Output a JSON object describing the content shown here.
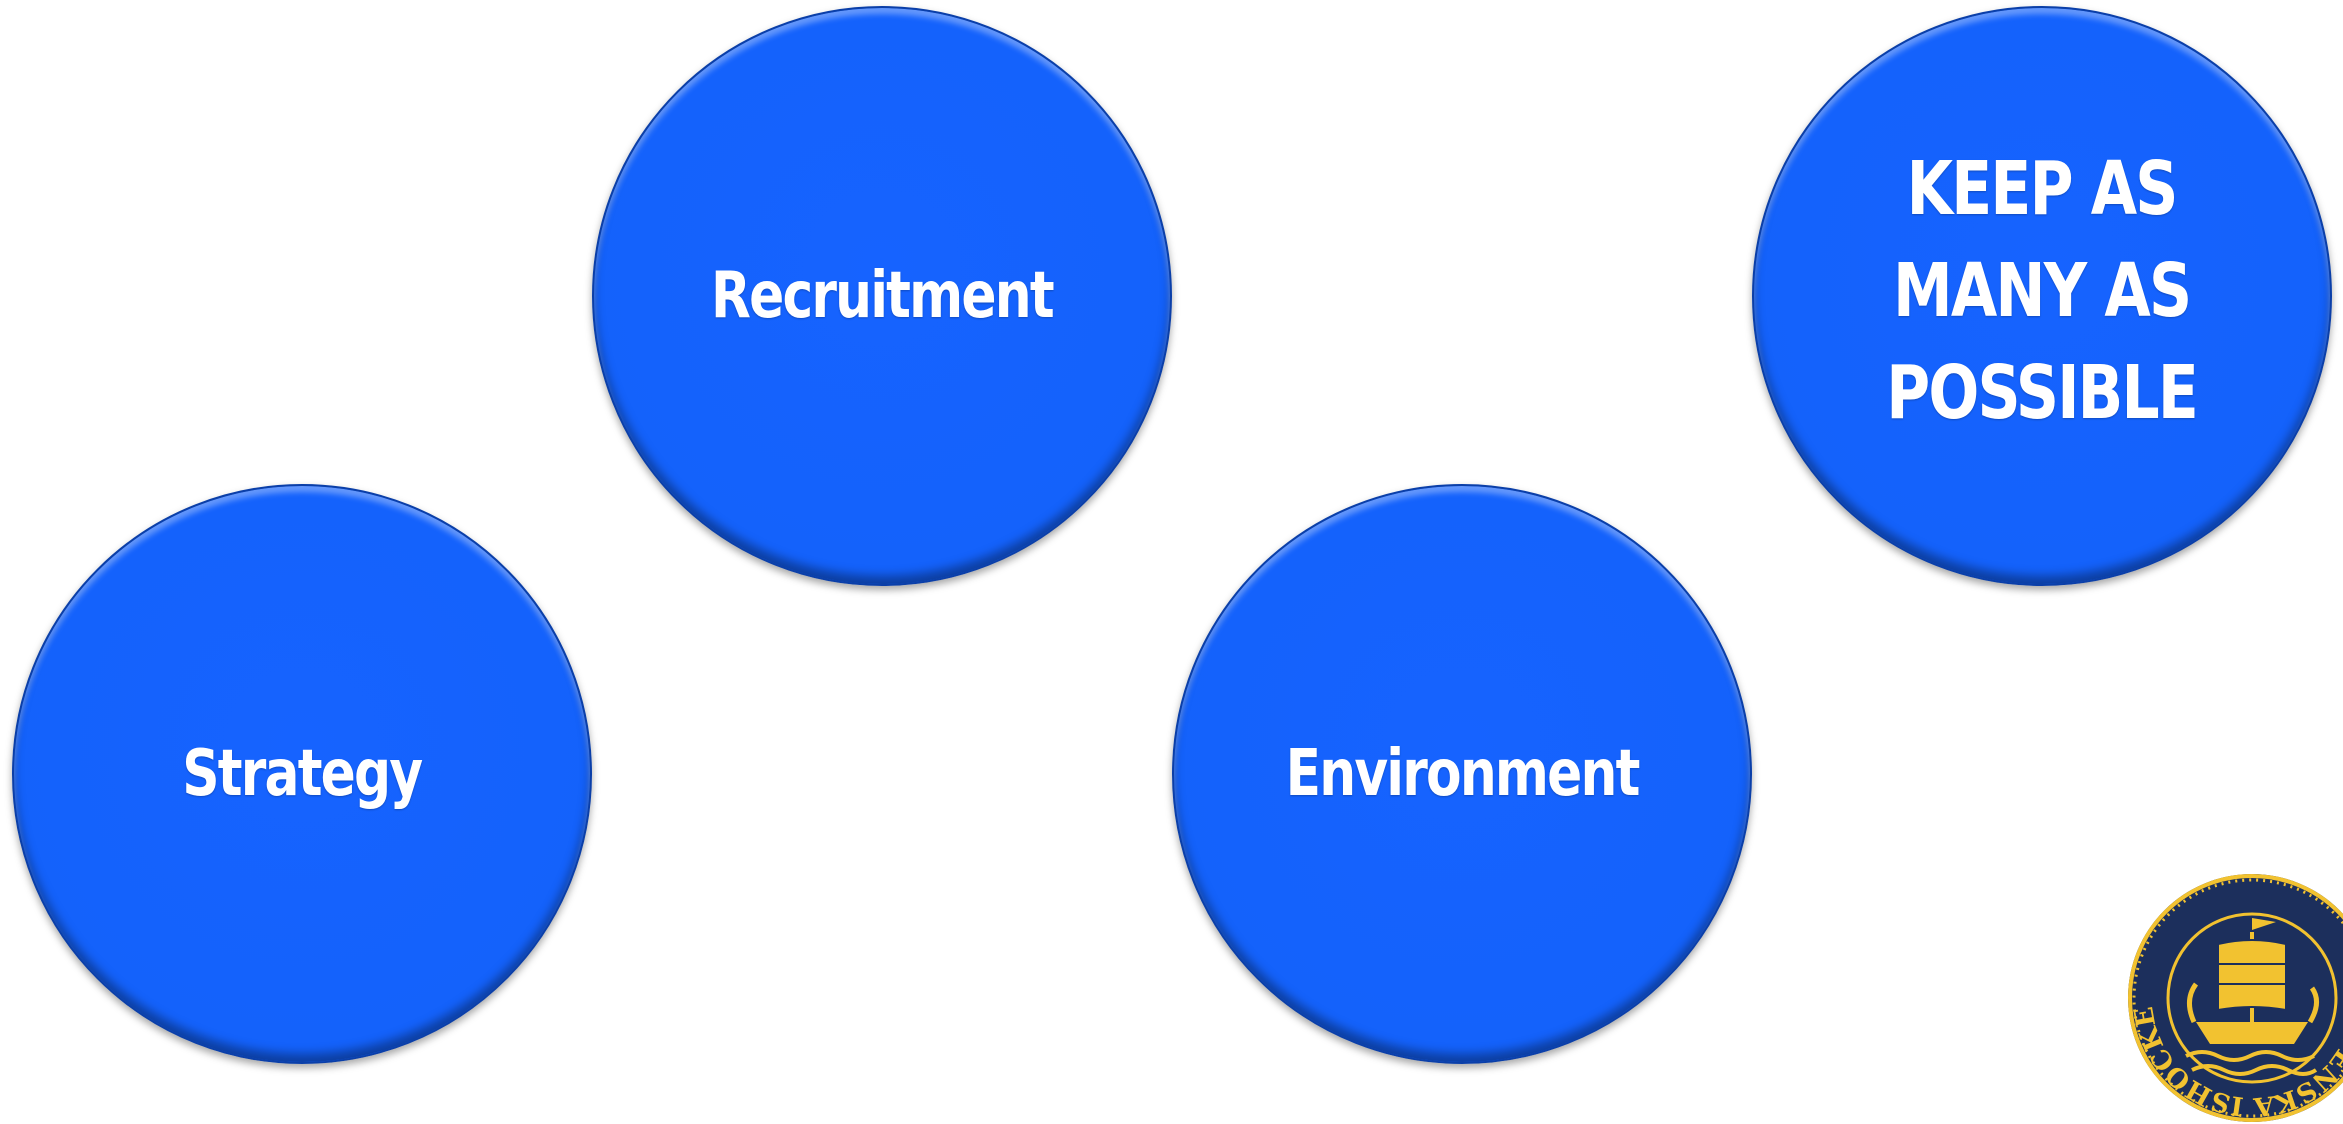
{
  "circles": {
    "recruitment": "Recruitment",
    "strategy": "Strategy",
    "environment": "Environment",
    "keep": [
      "KEEP AS",
      "MANY AS",
      "POSSIBLE"
    ]
  },
  "logo": {
    "text": "SVENSKA ISHOCKEYFÖRBUNDET",
    "colors": {
      "ring": "#f2c230",
      "field": "#1c2f5c"
    }
  },
  "colors": {
    "circle_fill": "#1462fb",
    "label": "#ffffff"
  }
}
